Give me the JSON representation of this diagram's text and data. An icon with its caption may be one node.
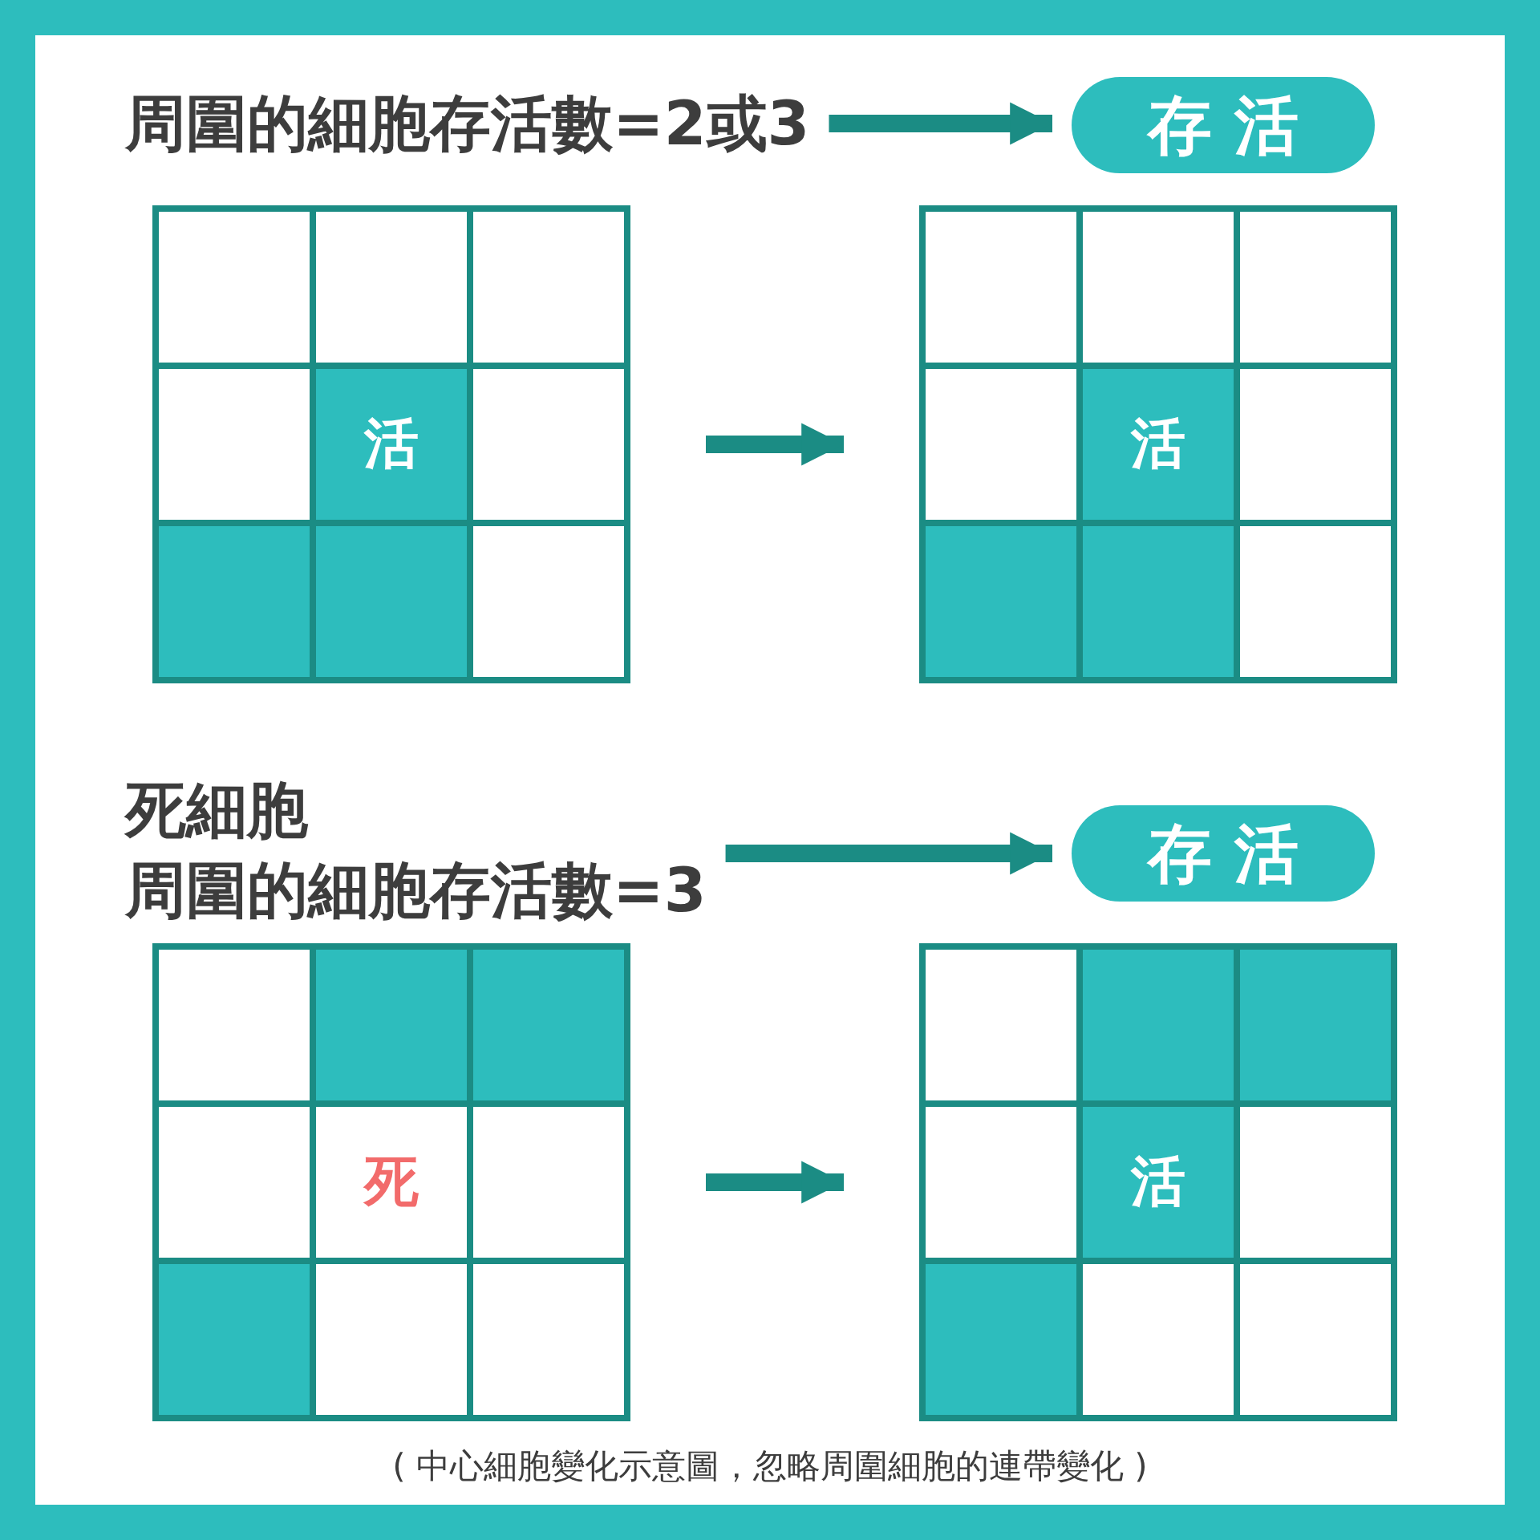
{
  "diagram": {
    "caption": "( 中心細胞變化示意圖，忽略周圍細胞的連帶變化 )",
    "nodes": [
      {
        "text": [
          "周圍的細胞存活數=2或3"
        ]
      },
      {
        "text": [
          "存 活"
        ]
      },
      {
        "text": [],
        "shape": "grid"
      },
      {
        "text": [],
        "shape": "box",
        "in": 2
      },
      {
        "text": [],
        "shape": "box",
        "in": 2
      },
      {
        "text": [],
        "shape": "box",
        "in": 2
      },
      {
        "text": [],
        "shape": "box",
        "in": 2
      },
      {
        "text": [
          "活"
        ],
        "in": 2
      },
      {
        "text": [],
        "shape": "box",
        "in": 2
      },
      {
        "text": [],
        "shape": "box",
        "in": 2
      },
      {
        "text": [],
        "shape": "box",
        "in": 2
      },
      {
        "text": [],
        "shape": "box",
        "in": 2
      },
      {
        "text": [],
        "shape": "grid"
      },
      {
        "text": [],
        "shape": "box",
        "in": 12
      },
      {
        "text": [],
        "shape": "box",
        "in": 12
      },
      {
        "text": [],
        "shape": "box",
        "in": 12
      },
      {
        "text": [],
        "shape": "box",
        "in": 12
      },
      {
        "text": [
          "活"
        ],
        "in": 12
      },
      {
        "text": [],
        "shape": "box",
        "in": 12
      },
      {
        "text": [],
        "shape": "box",
        "in": 12
      },
      {
        "text": [],
        "shape": "box",
        "in": 12
      },
      {
        "text": [],
        "shape": "box",
        "in": 12
      },
      {
        "text": [
          "死細胞",
          "周圍的細胞存活數=3"
        ]
      },
      {
        "text": [
          "存 活"
        ]
      },
      {
        "text": [],
        "shape": "grid"
      },
      {
        "text": [],
        "shape": "box",
        "in": 24
      },
      {
        "text": [],
        "shape": "box",
        "in": 24
      },
      {
        "text": [],
        "shape": "box",
        "in": 24
      },
      {
        "text": [],
        "shape": "box",
        "in": 24
      },
      {
        "text": [
          "死"
        ],
        "in": 24
      },
      {
        "text": [],
        "shape": "box",
        "in": 24
      },
      {
        "text": [],
        "shape": "box",
        "in": 24
      },
      {
        "text": [],
        "shape": "box",
        "in": 24
      },
      {
        "text": [],
        "shape": "box",
        "in": 24
      },
      {
        "text": [],
        "shape": "grid"
      },
      {
        "text": [],
        "shape": "box",
        "in": 34
      },
      {
        "text": [],
        "shape": "box",
        "in": 34
      },
      {
        "text": [],
        "shape": "box",
        "in": 34
      },
      {
        "text": [],
        "shape": "box",
        "in": 34
      },
      {
        "text": [
          "活"
        ],
        "in": 34
      },
      {
        "text": [],
        "shape": "box",
        "in": 34
      },
      {
        "text": [],
        "shape": "box",
        "in": 34
      },
      {
        "text": [],
        "shape": "box",
        "in": 34
      },
      {
        "text": [],
        "shape": "box",
        "in": 34
      }
    ],
    "edges": [
      {
        "from": 0,
        "to": 1,
        "arrow": "to"
      },
      {
        "from": 2,
        "to": 12,
        "arrow": "to"
      },
      {
        "from": 22,
        "to": 23,
        "arrow": "to"
      },
      {
        "from": 24,
        "to": 34,
        "arrow": "to"
      }
    ]
  }
}
